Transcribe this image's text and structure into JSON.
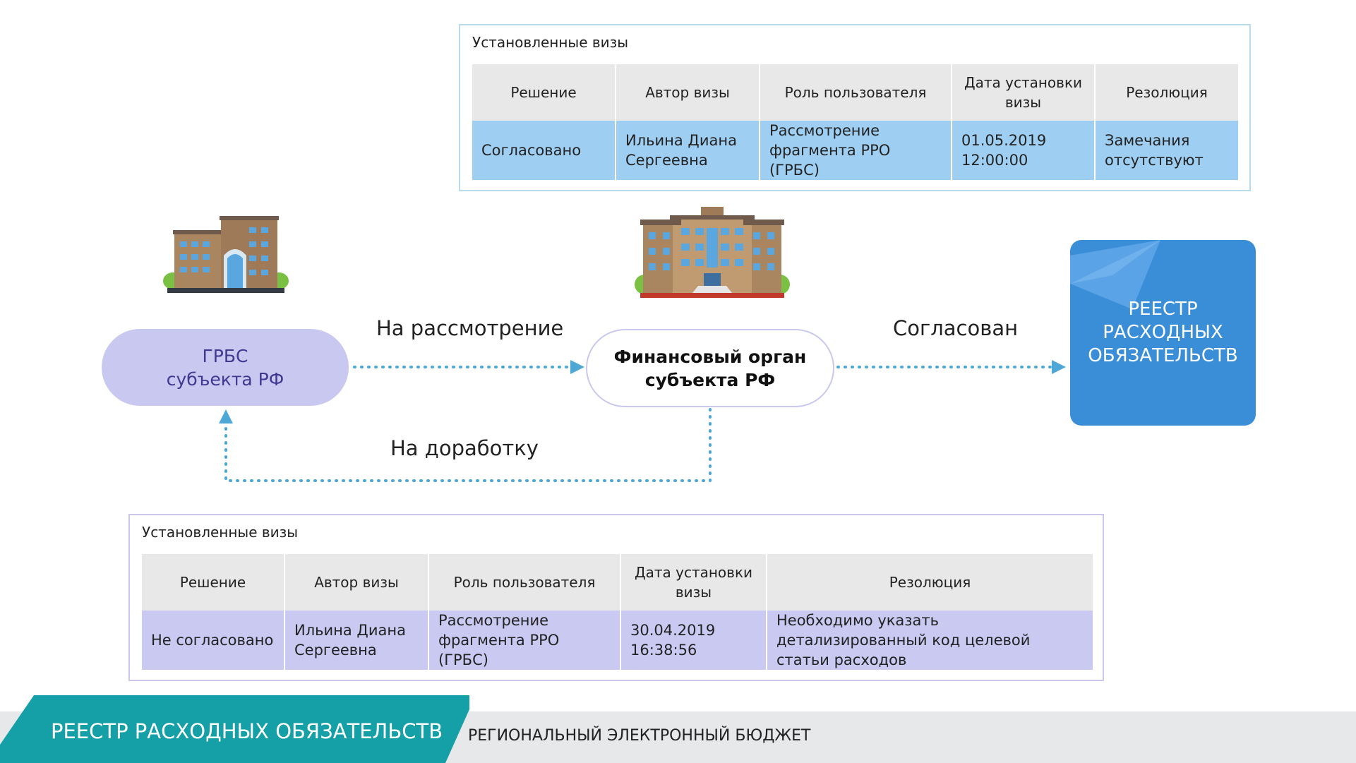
{
  "visas_approved": {
    "title": "Установленные визы",
    "columns": [
      "Решение",
      "Автор визы",
      "Роль пользователя",
      "Дата установки визы",
      "Резолюция"
    ],
    "row": [
      "Согласовано",
      "Ильина Диана Сергеевна",
      "Рассмотрение фрагмента РРО (ГРБС)",
      "01.05.2019 12:00:00",
      "Замечания отсутствуют"
    ]
  },
  "visas_rejected": {
    "title": "Установленные визы",
    "columns": [
      "Решение",
      "Автор визы",
      "Роль пользователя",
      "Дата установки визы",
      "Резолюция"
    ],
    "row": [
      "Не согласовано",
      "Ильина Диана Сергеевна",
      "Рассмотрение фрагмента РРО (ГРБС)",
      "30.04.2019 16:38:56",
      "Необходимо указать детализированный код целевой статьи расходов"
    ]
  },
  "nodes": {
    "grbs": {
      "line1": "ГРБС",
      "line2": "субъекта РФ"
    },
    "fin_organ": {
      "line1": "Финансовый орган",
      "line2": "субъекта РФ"
    },
    "reestr": {
      "line1": "РЕЕСТР",
      "line2": "РАСХОДНЫХ",
      "line3": "ОБЯЗАТЕЛЬСТВ"
    }
  },
  "edges": {
    "to_review": "На рассмотрение",
    "approved": "Согласован",
    "rework": "На доработку"
  },
  "footer": {
    "tab_label": "РЕЕСТР РАСХОДНЫХ ОБЯЗАТЕЛЬСТВ",
    "subtitle": "РЕГИОНАЛЬНЫЙ ЭЛЕКТРОННЫЙ БЮДЖЕТ"
  },
  "colors": {
    "edge": "#4ea8d6",
    "grbs_fill": "#c8c8f1",
    "reestr_fill": "#3a8ed8",
    "footer_tab": "#15a0a8"
  }
}
